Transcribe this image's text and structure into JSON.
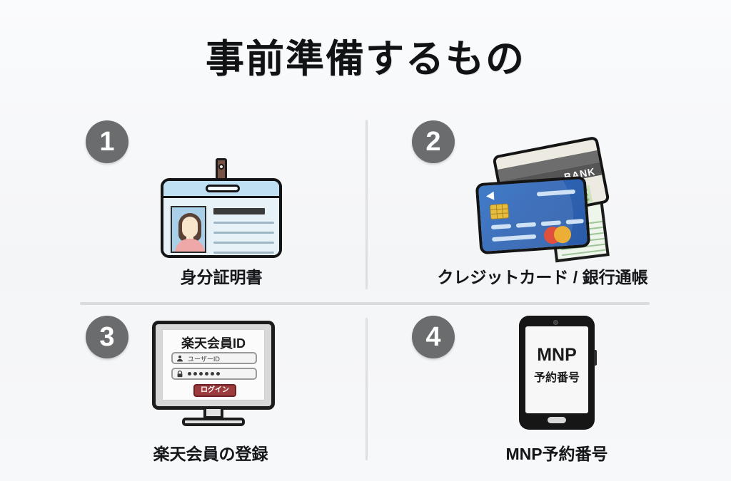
{
  "slide": {
    "title": "事前準備するもの",
    "background_color": "#f6f7f8",
    "badge_color": "#6b6c6e",
    "divider_color": "#dcdee1"
  },
  "items": [
    {
      "number": "1",
      "caption": "身分証明書",
      "icon_name": "id-card-icon",
      "idcard": {
        "name_bar": "",
        "clip_color": "#7a5347",
        "header_color": "#bfe0f3"
      }
    },
    {
      "number": "2",
      "caption": "クレジットカード / 銀行通帳",
      "icon_name": "credit-card-and-bankbook-icon",
      "bank_card_label": "BANK",
      "credit_card_color": "#2d63b4",
      "logo_colors": [
        "#e0503c",
        "#edae36"
      ]
    },
    {
      "number": "3",
      "caption": "楽天会員の登録",
      "icon_name": "desktop-monitor-login-icon",
      "screen": {
        "heading": "楽天会員ID",
        "userid_placeholder": "ユーザーID",
        "password_masked": "●●●●●●",
        "login_button": "ログイン",
        "login_button_color": "#9b3b3e"
      }
    },
    {
      "number": "4",
      "caption": "MNP予約番号",
      "icon_name": "smartphone-icon",
      "screen": {
        "line1": "MNP",
        "line2": "予約番号"
      }
    }
  ]
}
